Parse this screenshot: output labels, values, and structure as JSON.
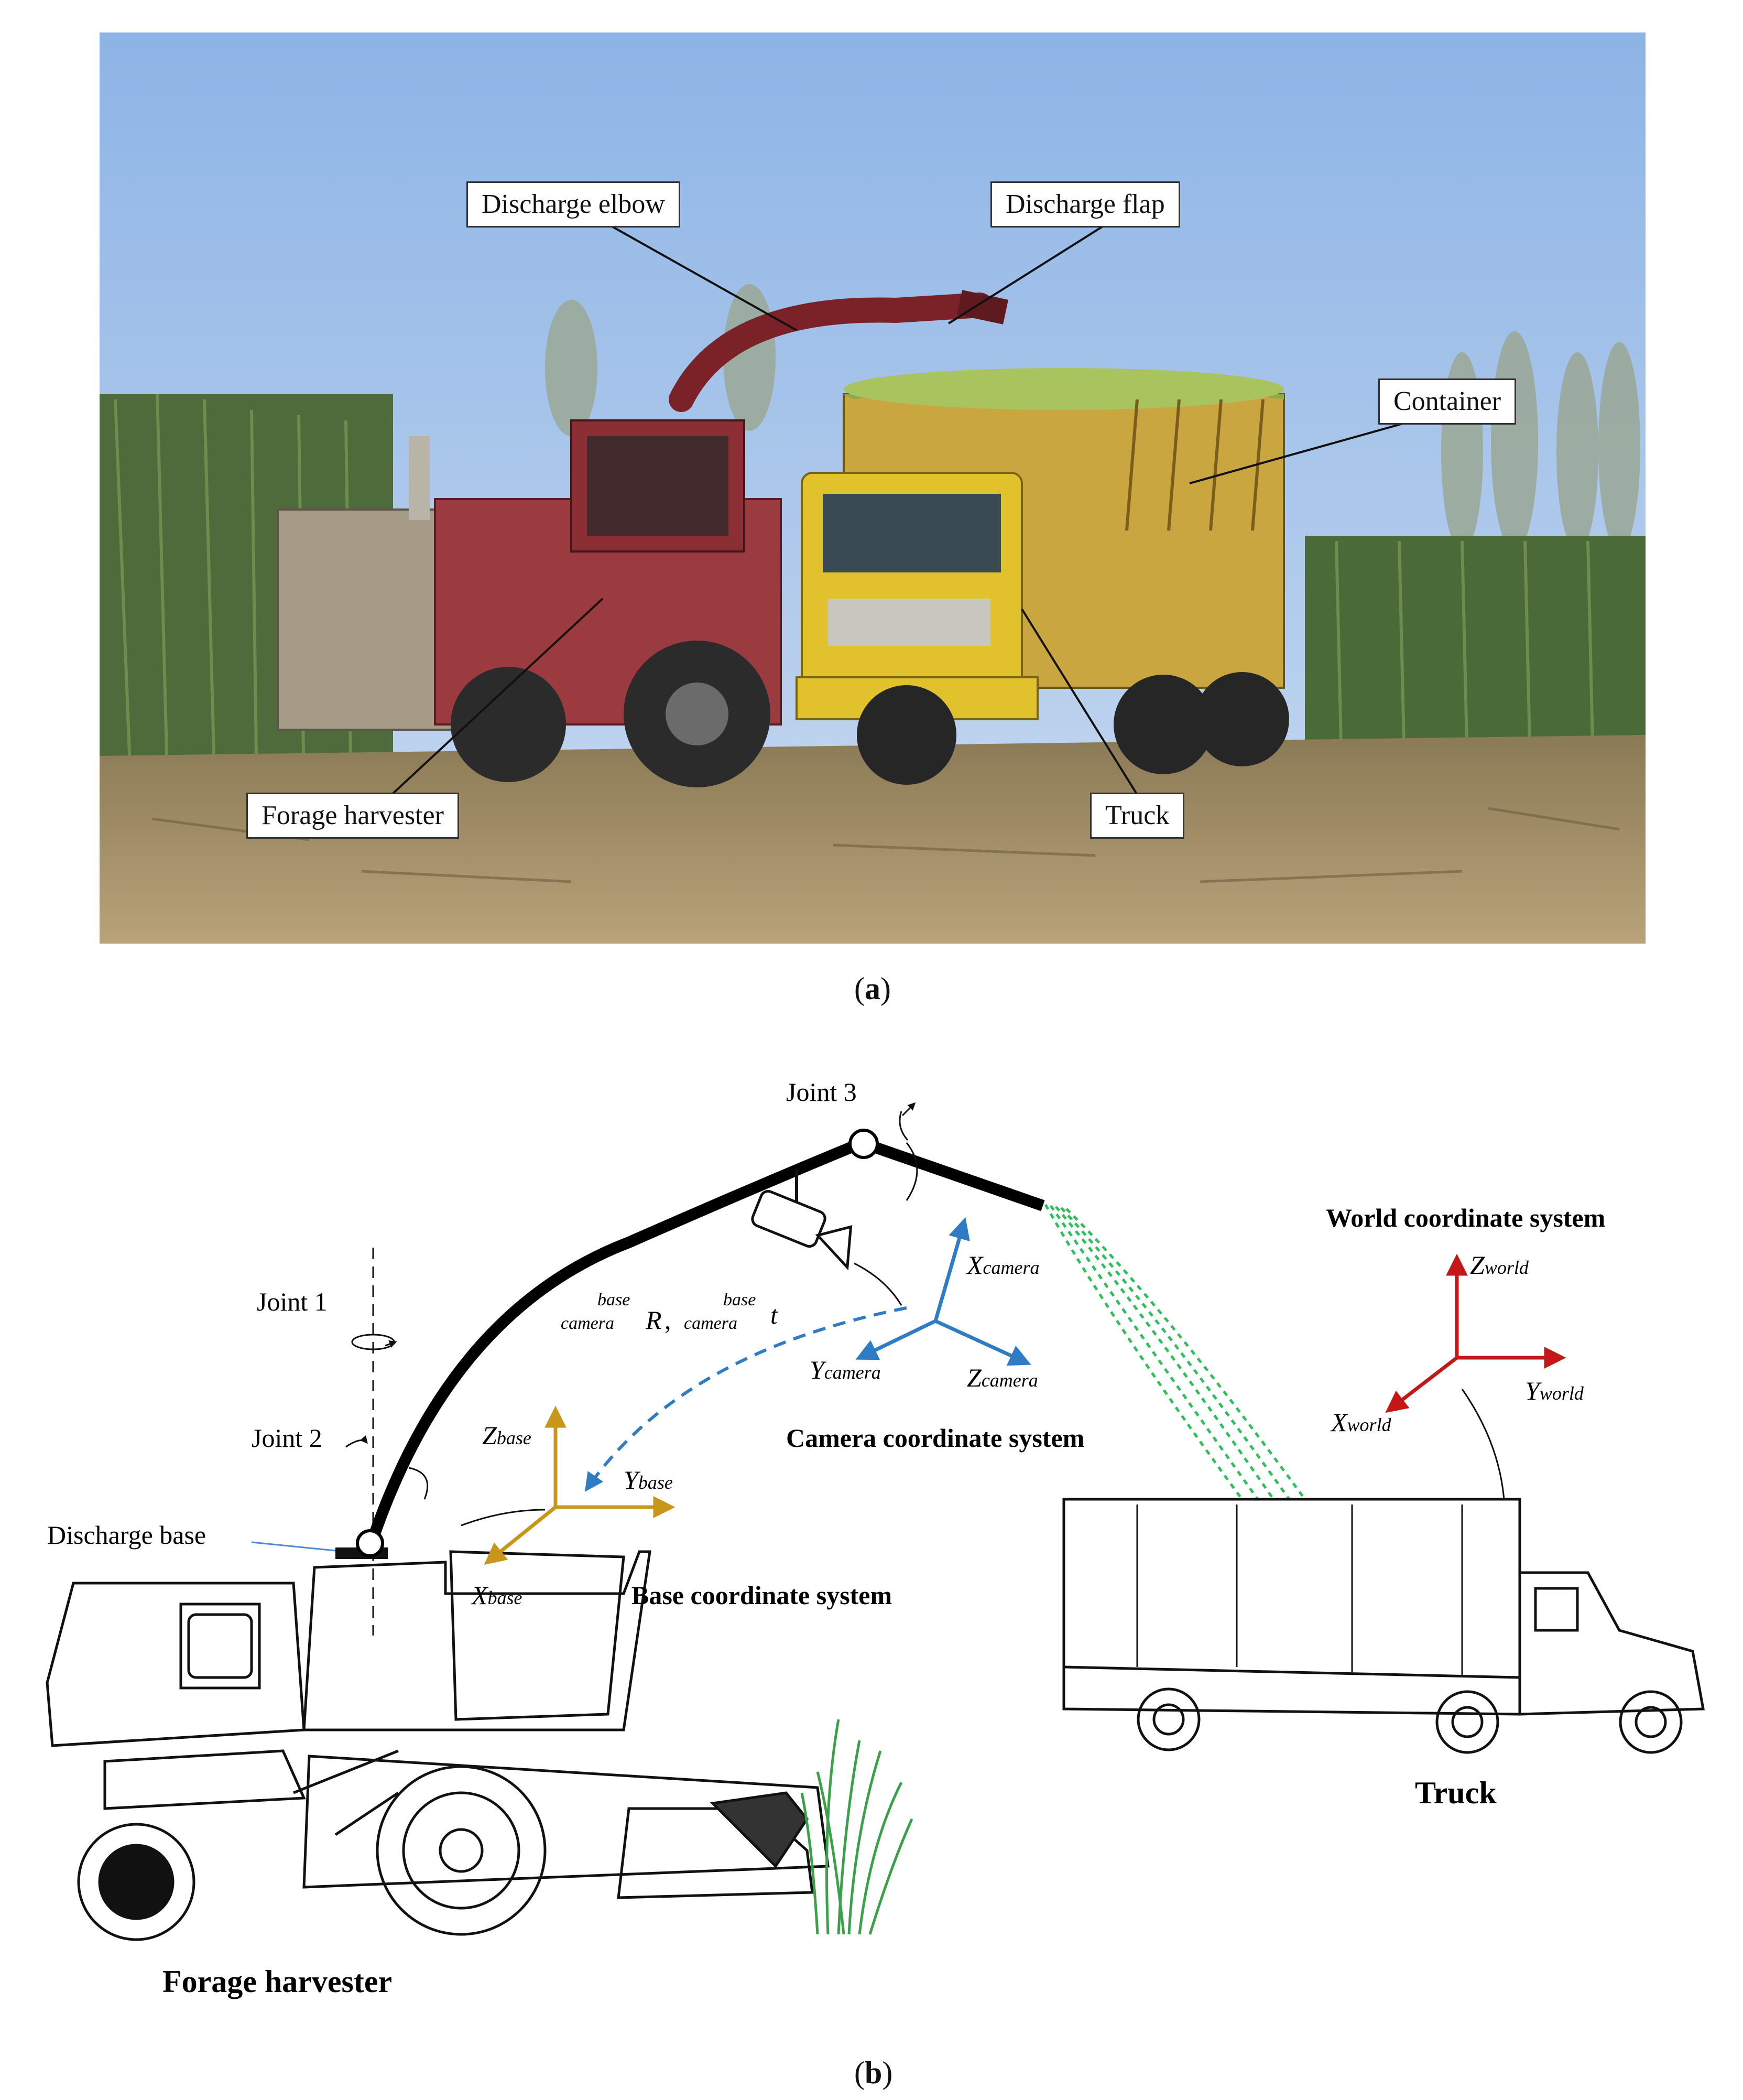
{
  "panel_a": {
    "labels": {
      "discharge_elbow": "Discharge elbow",
      "discharge_flap": "Discharge flap",
      "container": "Container",
      "forage_harvester": "Forage harvester",
      "truck": "Truck"
    },
    "caption_open": "(",
    "caption_letter": "a",
    "caption_close": ")"
  },
  "panel_b": {
    "joint1": "Joint 1",
    "joint2": "Joint 2",
    "joint3": "Joint 3",
    "discharge_base": "Discharge  base",
    "world_cs_title": "World coordinate system",
    "camera_cs_title": "Camera coordinate system",
    "base_cs_title": "Base coordinate system",
    "truck_title": "Truck",
    "harvester_title": "Forage harvester",
    "transform_sup": "base",
    "transform_sub": "camera",
    "transform_R": "R",
    "transform_t": "t",
    "axes": {
      "x": "X",
      "y": "Y",
      "z": "Z",
      "camera": "camera",
      "base": "base",
      "world": "world"
    },
    "colors": {
      "camera_axes": "#2f7cc4",
      "base_axes": "#c8961a",
      "world_axes": "#c41818",
      "spray": "#2fbf5a",
      "transform_arrow": "#2f7cc4"
    },
    "caption_open": "(",
    "caption_letter": "b",
    "caption_close": ")"
  }
}
